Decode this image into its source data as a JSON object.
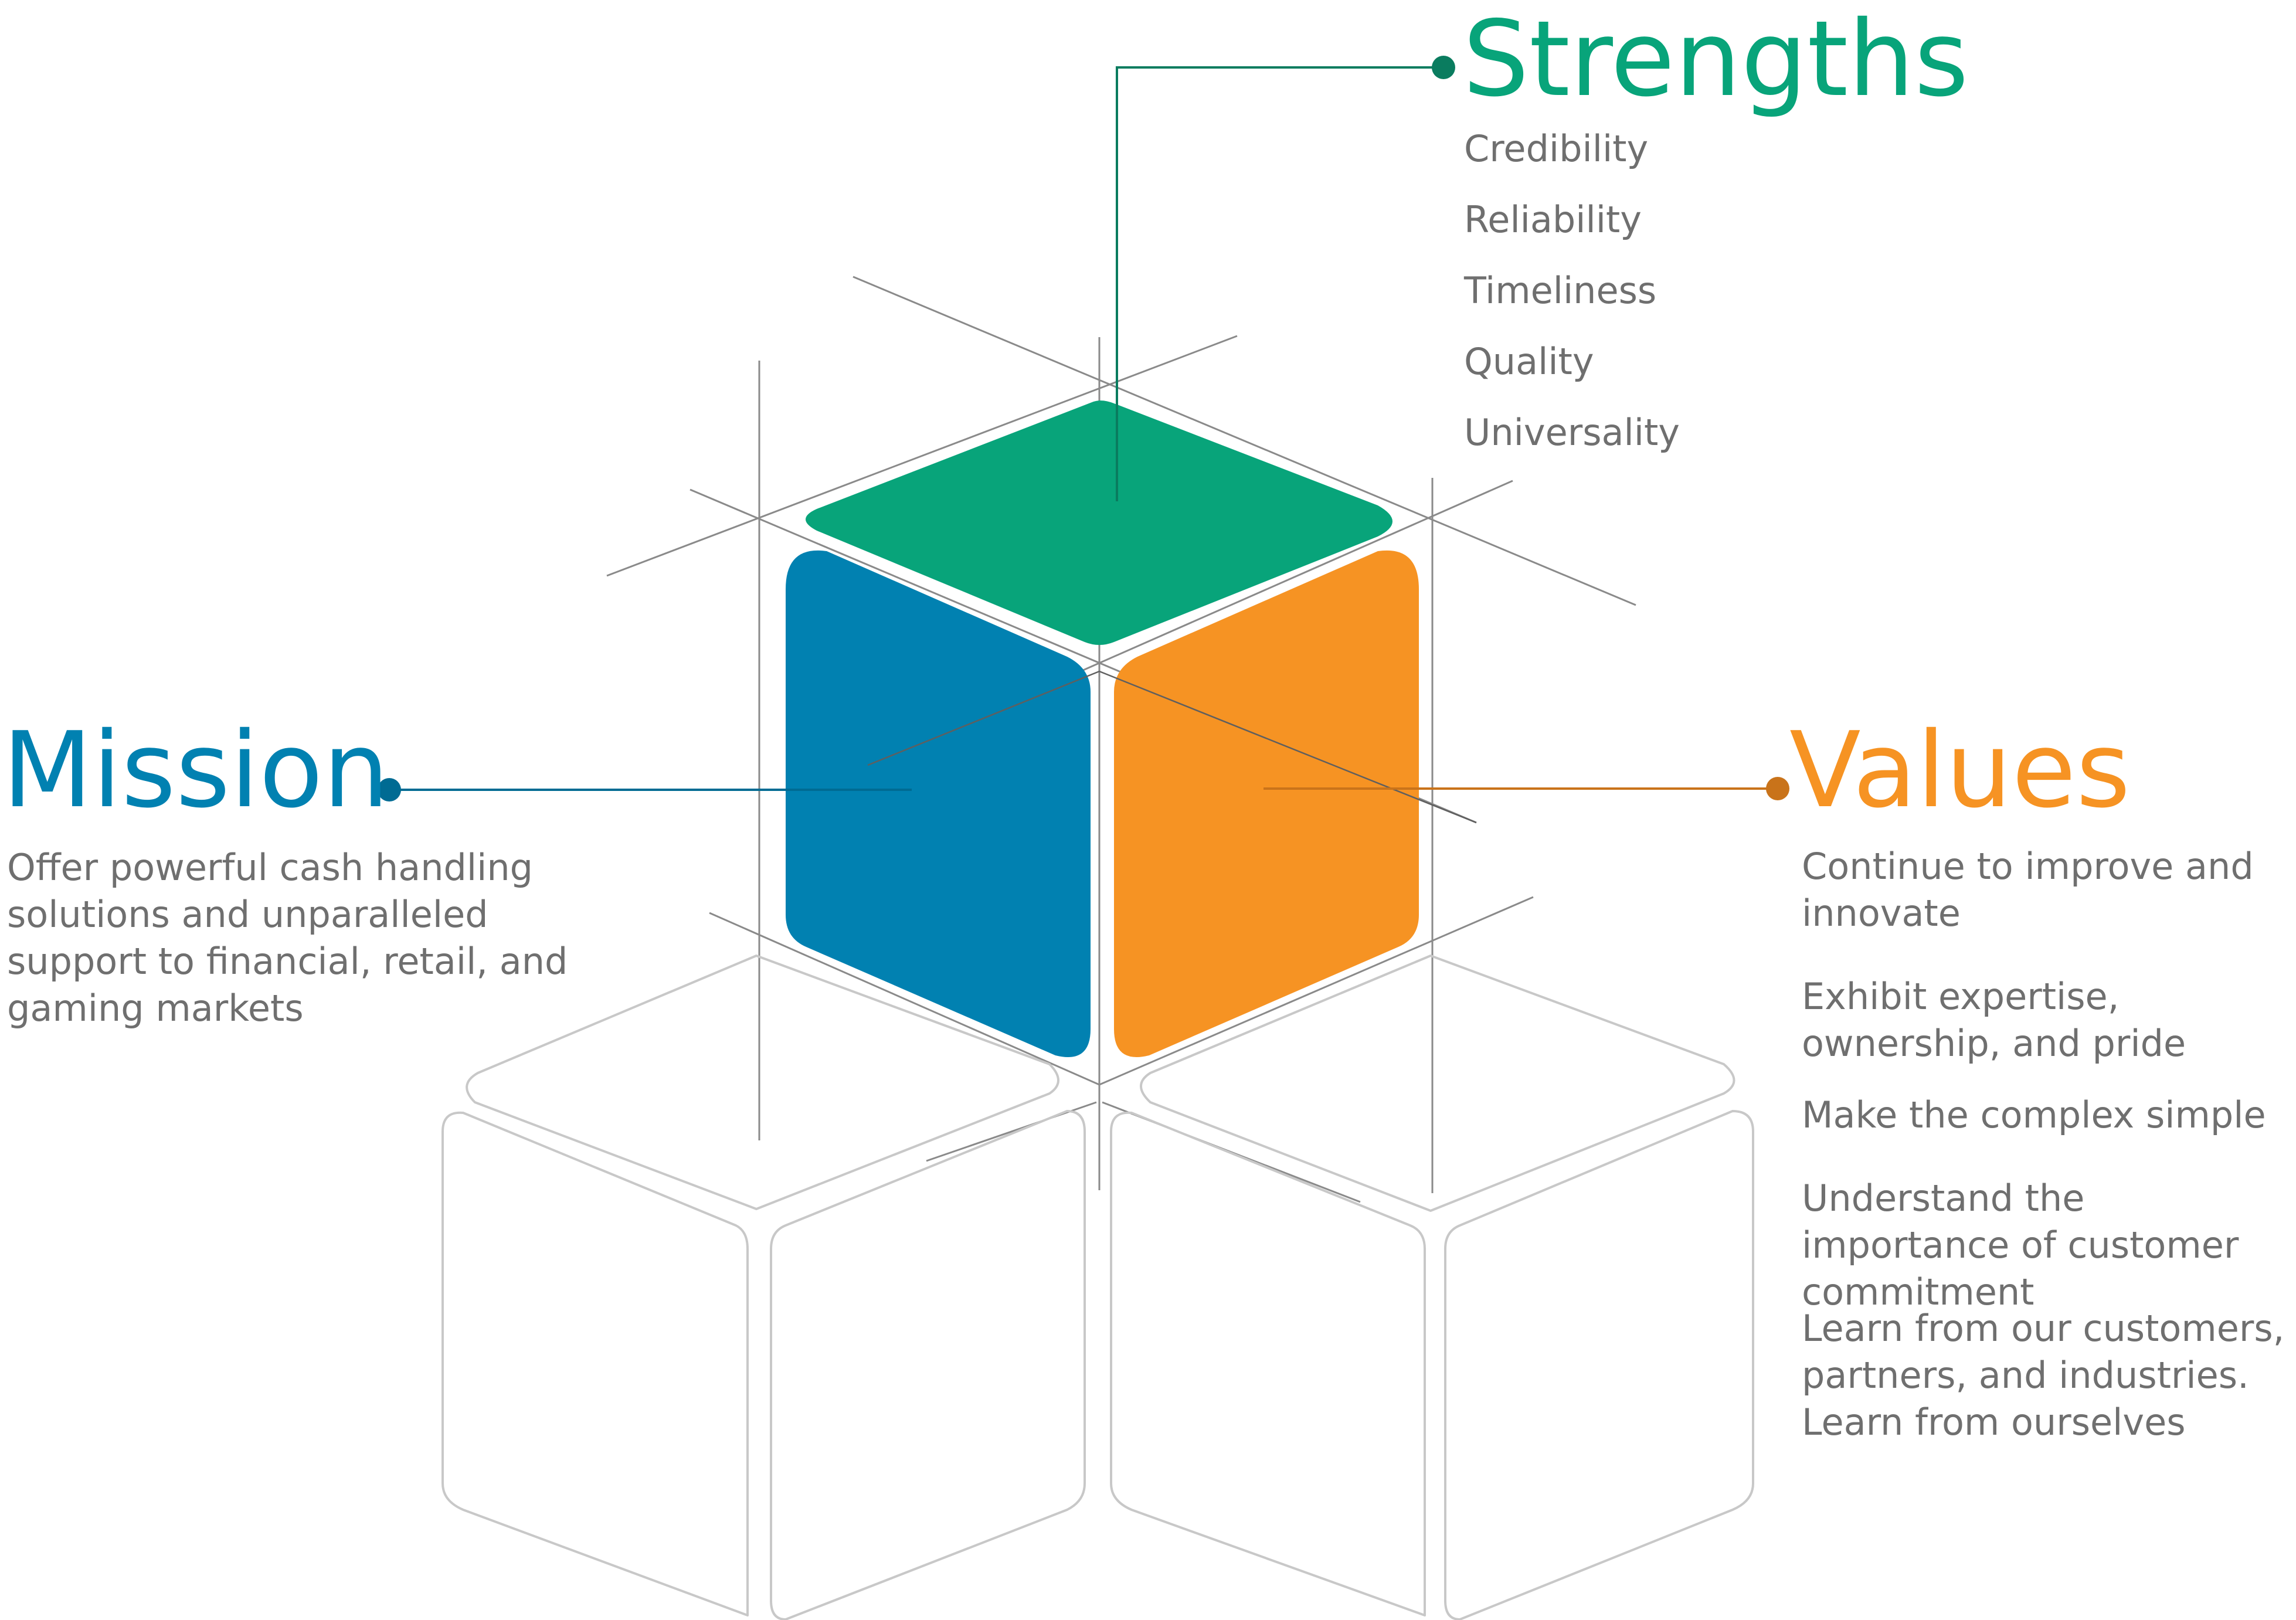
{
  "colors": {
    "strengths": "#08a47a",
    "mission": "#0181b1",
    "values": "#f69323",
    "text": "#6f6f6f",
    "lines": "#8a8a8a",
    "outline": "#c8c8c8"
  },
  "strengths": {
    "title": "Strengths",
    "items": [
      "Credibility",
      "Reliability",
      "Timeliness",
      "Quality",
      "Universality"
    ]
  },
  "mission": {
    "title": "Mission",
    "text": "Offer powerful cash handling solutions and unparalleled support to financial, retail, and gaming markets"
  },
  "values": {
    "title": "Values",
    "items": [
      "Continue to improve and innovate",
      "Exhibit expertise, ownership, and pride",
      "Make the complex simple",
      "Understand the importance of customer commitment",
      "Learn from our customers, partners, and industries. Learn from ourselves"
    ]
  }
}
